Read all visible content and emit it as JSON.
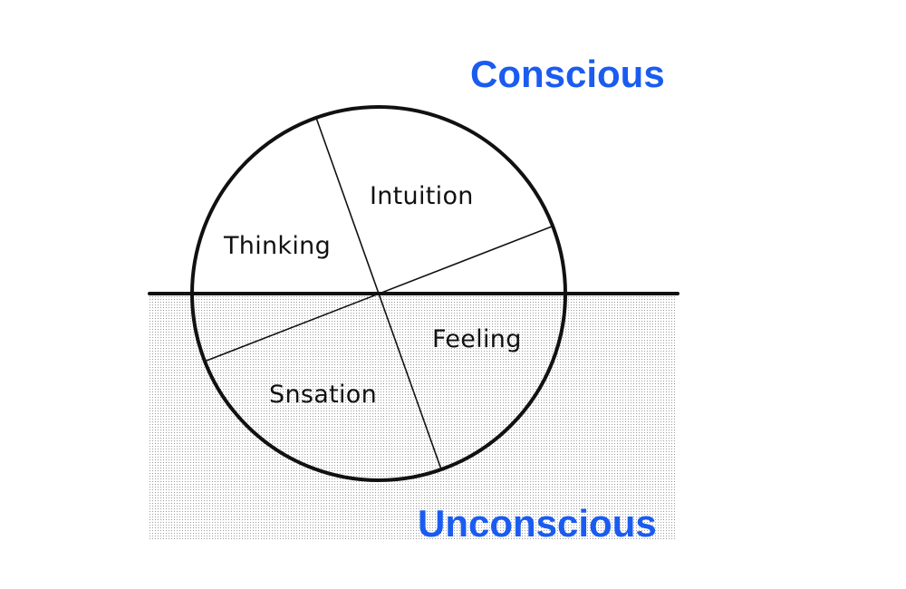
{
  "diagram": {
    "regions": {
      "conscious": "Conscious",
      "unconscious": "Unconscious"
    },
    "functions": {
      "thinking": "Thinking",
      "intuition": "Intuition",
      "feeling": "Feeling",
      "sensation": "Snsation"
    },
    "colors": {
      "region_label": "#1a5cf0",
      "outline": "#111111",
      "unconscious_fill_dots": "#9a9a9a"
    }
  }
}
